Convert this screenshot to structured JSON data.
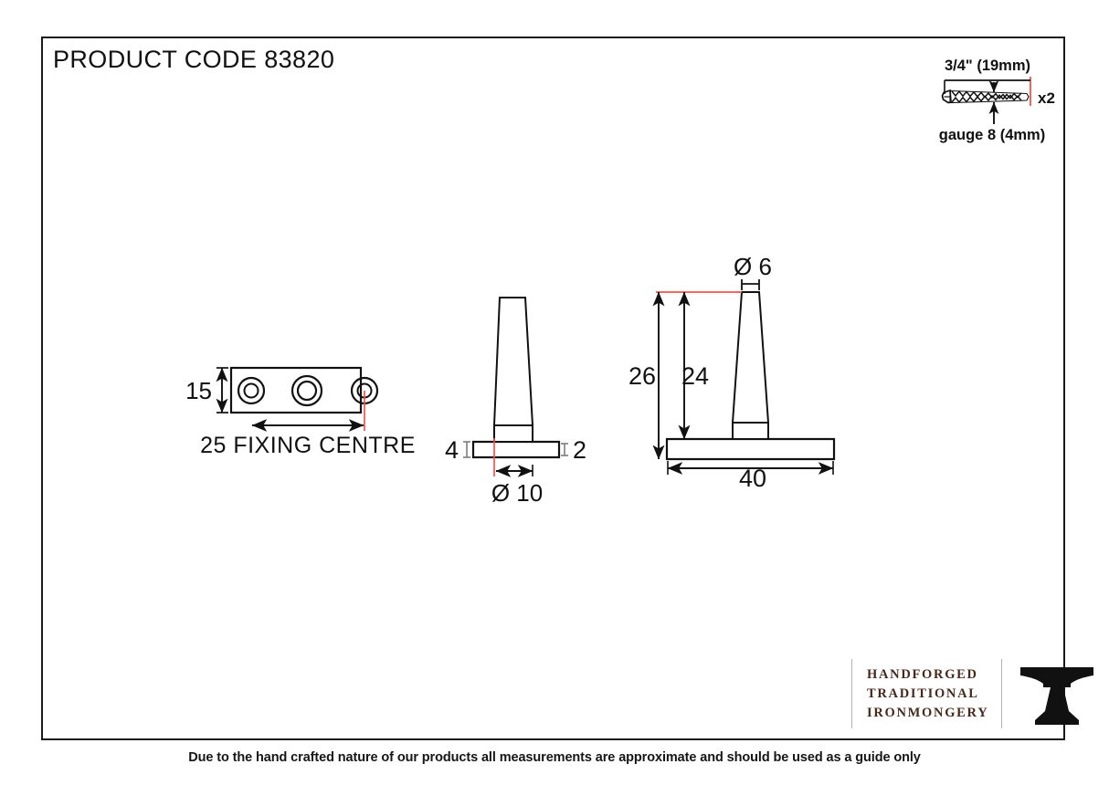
{
  "sheet": {
    "product_code_label": "PRODUCT CODE 83820",
    "footer_note": "Due to the hand crafted nature of our products all measurements are approximate and should be used as a guide only",
    "border_color": "#1a1a1a",
    "line_color": "#111111",
    "accent_color": "#f4534d",
    "background": "#ffffff"
  },
  "screw_callout": {
    "length_label": "3/4\" (19mm)",
    "gauge_label": "gauge 8 (4mm)",
    "quantity_label": "x2"
  },
  "views": {
    "plan": {
      "name": "back plate plan view",
      "height_dim": "15",
      "fixing_dim": "25 FIXING CENTRE",
      "hole_count": 3
    },
    "side": {
      "name": "pin side elevation",
      "plate_thickness_dim": "4",
      "plate_edge_dim": "2",
      "boss_diameter_dim": "Ø 10"
    },
    "front": {
      "name": "pin front elevation",
      "pin_diameter_dim": "Ø 6",
      "overall_height_dim": "26",
      "pin_height_dim": "24",
      "plate_width_dim": "40"
    }
  },
  "brand": {
    "line1": "HANDFORGED",
    "line2": "TRADITIONAL",
    "line3": "IRONMONGERY",
    "icon": "anvil-icon",
    "text_color": "#47291b"
  }
}
